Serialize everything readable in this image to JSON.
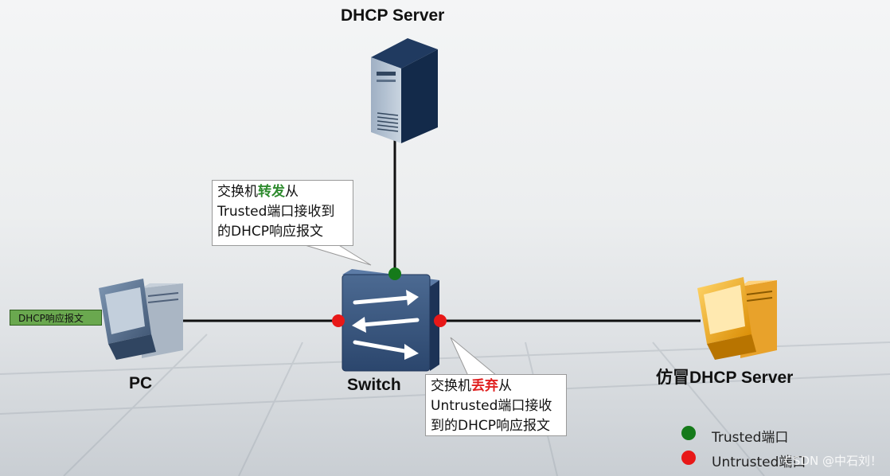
{
  "server_label": "DHCP Server",
  "pc_label": "PC",
  "switch_label": "Switch",
  "fake_server_label": "仿冒DHCP Server",
  "pc_tag": "DHCP响应报文",
  "callout_trusted": {
    "prefix": "交换机",
    "action": "转发",
    "suffix": "从",
    "line2": "Trusted端口接收到",
    "line3": "的DHCP响应报文"
  },
  "callout_untrusted": {
    "prefix": "交换机",
    "action": "丢弃",
    "suffix": "从",
    "line2": "Untrusted端口接收",
    "line3": "到的DHCP响应报文"
  },
  "legend": {
    "trusted": "Trusted端口",
    "untrusted": "Untrusted端口",
    "trusted_color": "#157a1a",
    "untrusted_color": "#e81818"
  },
  "watermark": "CSDN @中石刘！",
  "icons": [
    "server-icon",
    "pc-icon",
    "switch-icon",
    "fake-server-icon"
  ]
}
